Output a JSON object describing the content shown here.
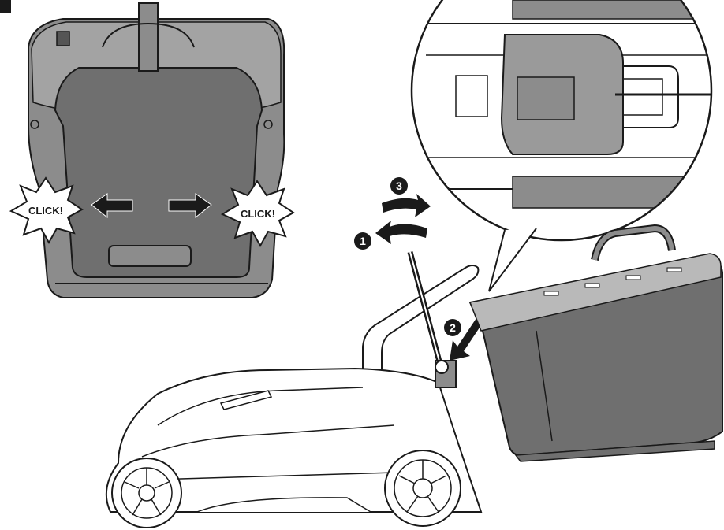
{
  "callouts": {
    "click_left": "CLICK!",
    "click_right": "CLICK!"
  },
  "steps": {
    "step1": "1",
    "step2": "2",
    "step3": "3"
  },
  "colors": {
    "body_dark": "#6f6f6f",
    "body_mid": "#8c8c8c",
    "body_light": "#b9b9b9",
    "outline": "#1a1a1a",
    "arrow": "#1a1a1a"
  }
}
